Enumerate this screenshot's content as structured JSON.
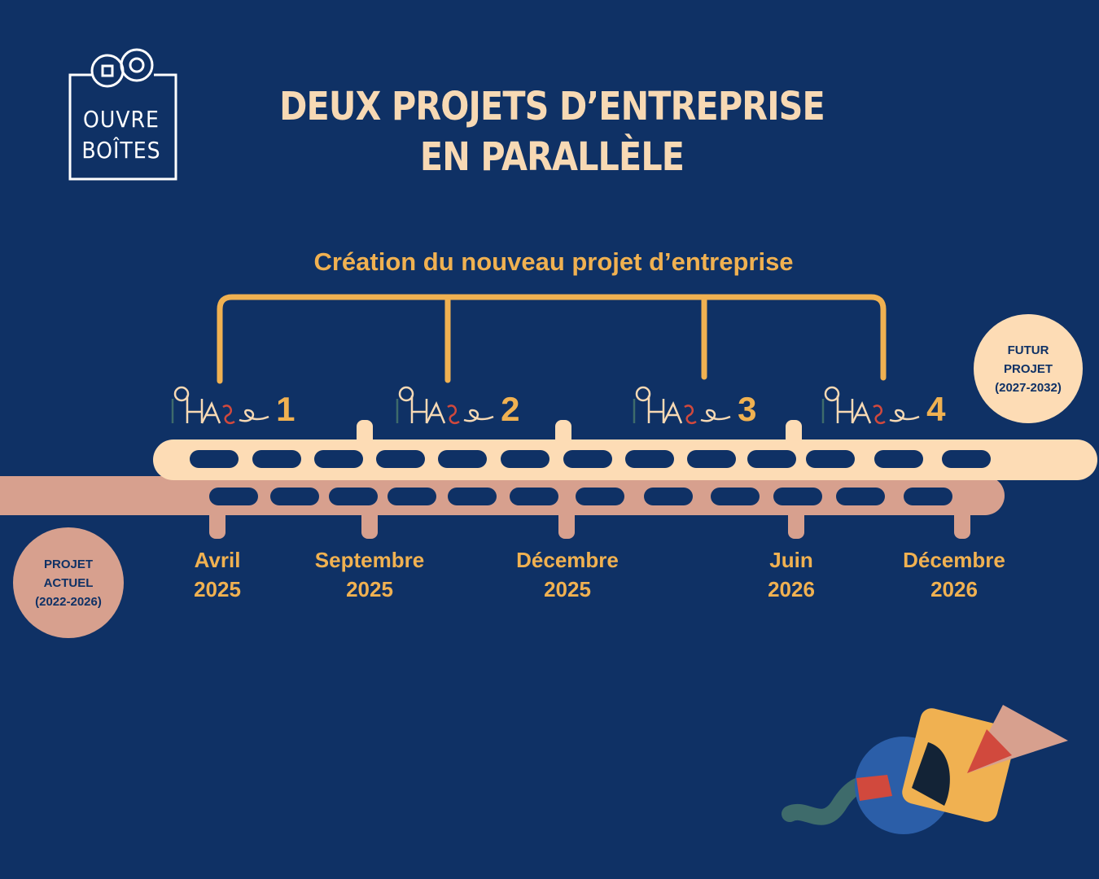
{
  "logo": {
    "line1": "OUVRE",
    "line2": "BOÎTES"
  },
  "title": {
    "line1": "DEUX PROJETS D’ENTREPRISE",
    "line2": "EN PARALLÈLE"
  },
  "subtitle": "Création du nouveau projet d’entreprise",
  "phases": [
    {
      "number": "1"
    },
    {
      "number": "2"
    },
    {
      "number": "3"
    },
    {
      "number": "4"
    }
  ],
  "dates": [
    {
      "month": "Avril",
      "year": "2025"
    },
    {
      "month": "Septembre",
      "year": "2025"
    },
    {
      "month": "Décembre",
      "year": "2025"
    },
    {
      "month": "Juin",
      "year": "2026"
    },
    {
      "month": "Décembre",
      "year": "2026"
    }
  ],
  "futur": {
    "line1": "FUTUR",
    "line2": "PROJET",
    "line3": "(2027-2032)"
  },
  "actuel": {
    "line1": "PROJET",
    "line2": "ACTUEL",
    "line3": "(2022-2026)"
  },
  "colors": {
    "background": "#0f3165",
    "title": "#f7d9b4",
    "accent": "#f0b151",
    "future_track": "#fddcb5",
    "current_track": "#d7a08e",
    "blue_shape": "#2b5ea8",
    "red_shape": "#d1493d",
    "teal_shape": "#3e6b6b"
  }
}
